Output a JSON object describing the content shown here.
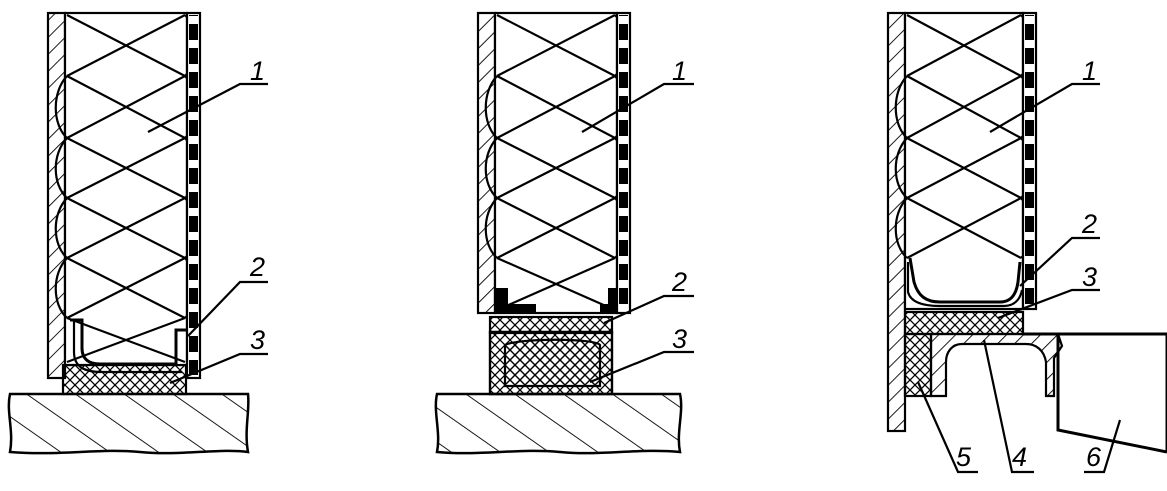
{
  "figure": {
    "panels": [
      {
        "id": "a",
        "callouts": [
          {
            "text": "1"
          },
          {
            "text": "2"
          },
          {
            "text": "3"
          }
        ]
      },
      {
        "id": "b",
        "callouts": [
          {
            "text": "1"
          },
          {
            "text": "2"
          },
          {
            "text": "3"
          }
        ]
      },
      {
        "id": "c",
        "callouts": [
          {
            "text": "1"
          },
          {
            "text": "2"
          },
          {
            "text": "3"
          },
          {
            "text": "5"
          },
          {
            "text": "4"
          },
          {
            "text": "6"
          }
        ]
      }
    ]
  }
}
